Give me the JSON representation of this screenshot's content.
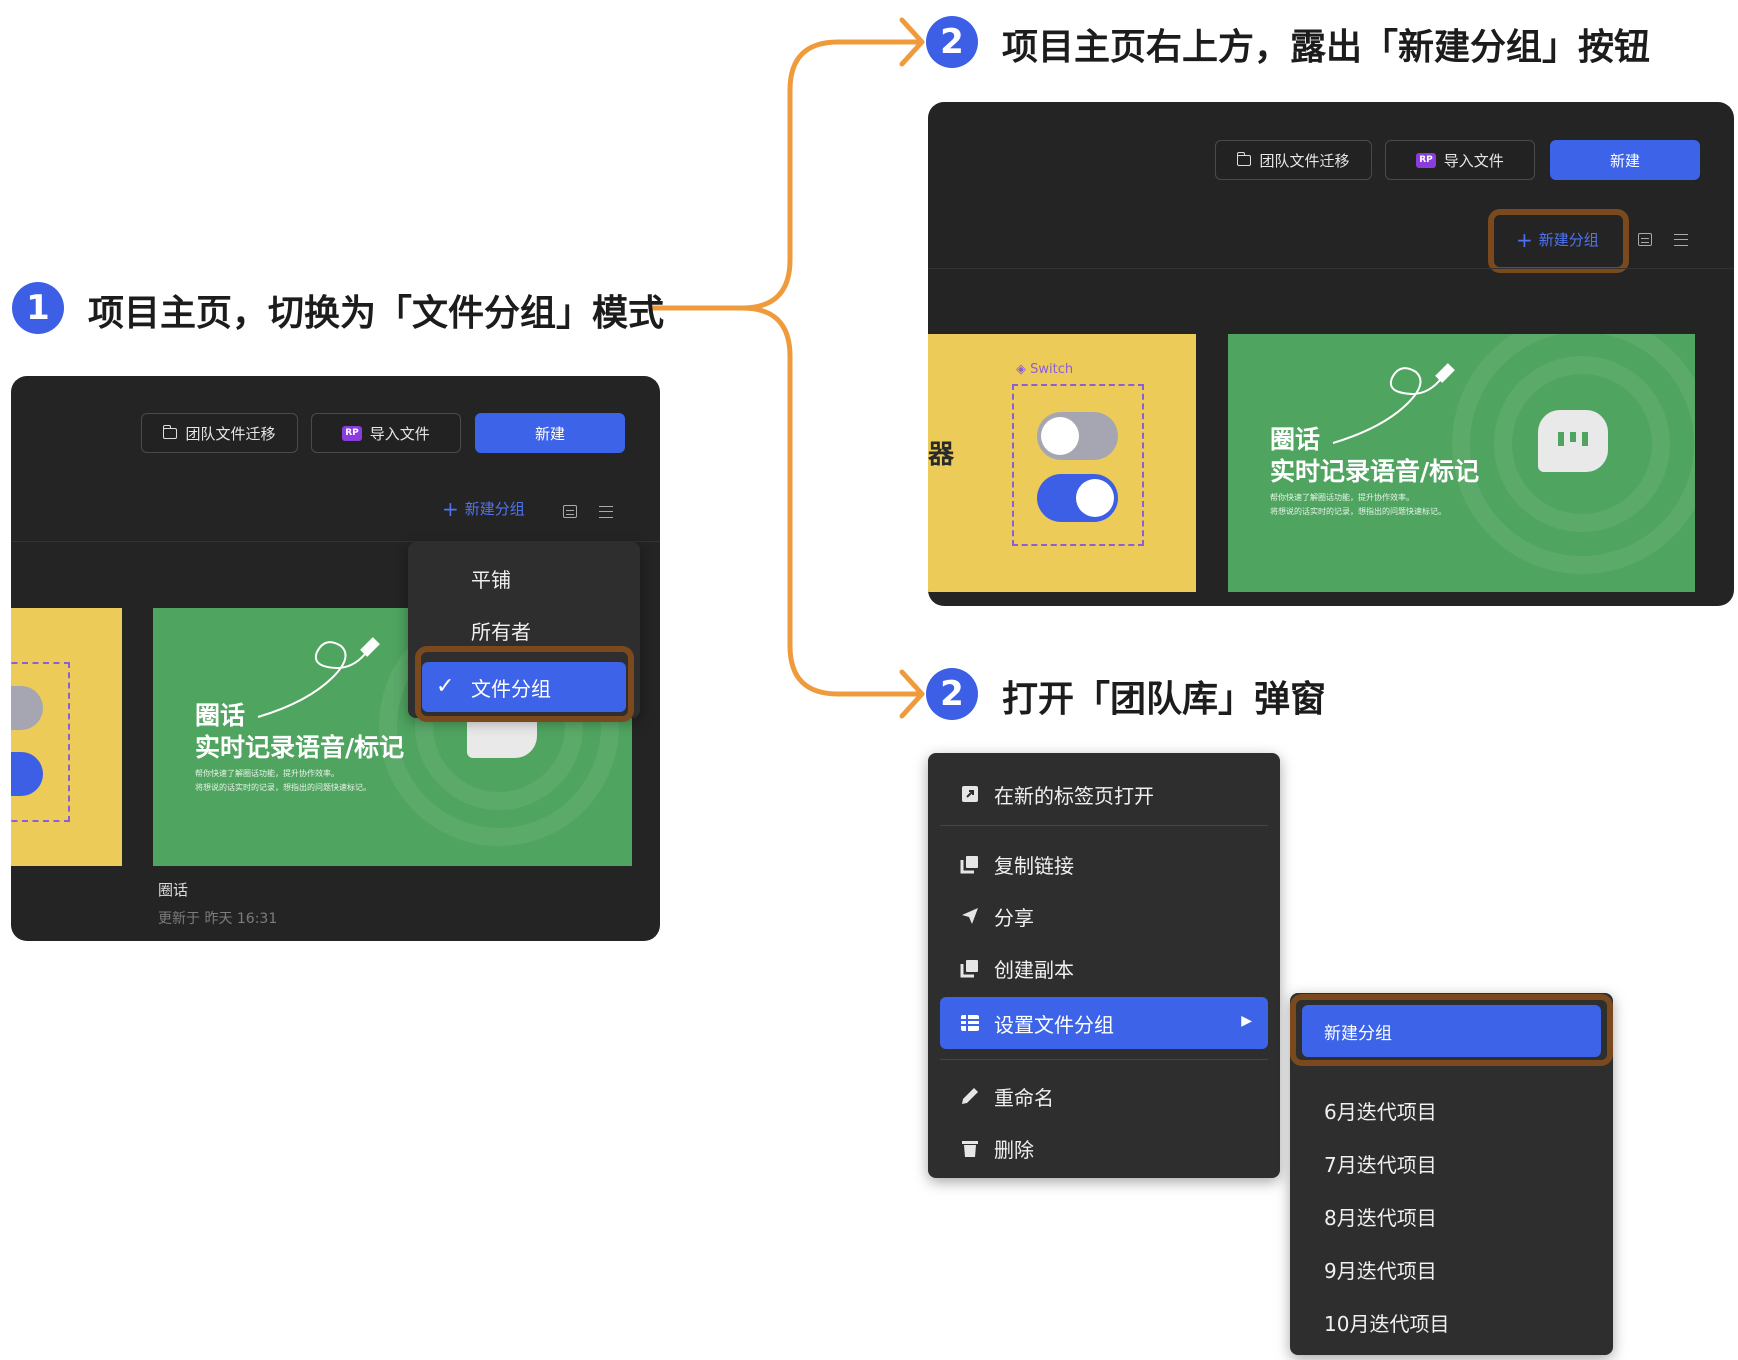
{
  "steps": {
    "step1": {
      "number": "1",
      "text": "项目主页，切换为「文件分组」模式"
    },
    "step2a": {
      "number": "2",
      "text": "项目主页右上方，露出「新建分组」按钮"
    },
    "step2b": {
      "number": "2",
      "text": "打开「团队库」弹窗"
    }
  },
  "toolbar": {
    "migrate_label": "团队文件迁移",
    "import_badge": "RP",
    "import_label": "导入文件",
    "new_label": "新建",
    "new_group_label": "新建分组"
  },
  "view_menu": {
    "items": [
      "平铺",
      "所有者",
      "文件分组"
    ],
    "selected": "文件分组"
  },
  "card": {
    "title_line1": "圈话",
    "title_line2": "实时记录语音/标记",
    "sub_line1": "帮你快速了解圈话功能，提升协作效率。",
    "sub_line2": "将想说的话实时的记录，想指出的问题快速标记。",
    "name": "圈话",
    "updated": "更新于 昨天 16:31"
  },
  "yellow_card": {
    "switch_label": "Switch",
    "partial_char": "器"
  },
  "context_menu": {
    "open_new_tab": "在新的标签页打开",
    "copy_link": "复制链接",
    "share": "分享",
    "duplicate": "创建副本",
    "set_group": "设置文件分组",
    "rename": "重命名",
    "delete": "删除"
  },
  "group_submenu": {
    "new_group": "新建分组",
    "groups": [
      "6月迭代项目",
      "7月迭代项目",
      "8月迭代项目",
      "9月迭代项目",
      "10月迭代项目"
    ]
  },
  "colors": {
    "accent": "#3c63e8",
    "arrow": "#ef9b3c",
    "highlight": "#7a4a1e",
    "panel": "#242424"
  }
}
